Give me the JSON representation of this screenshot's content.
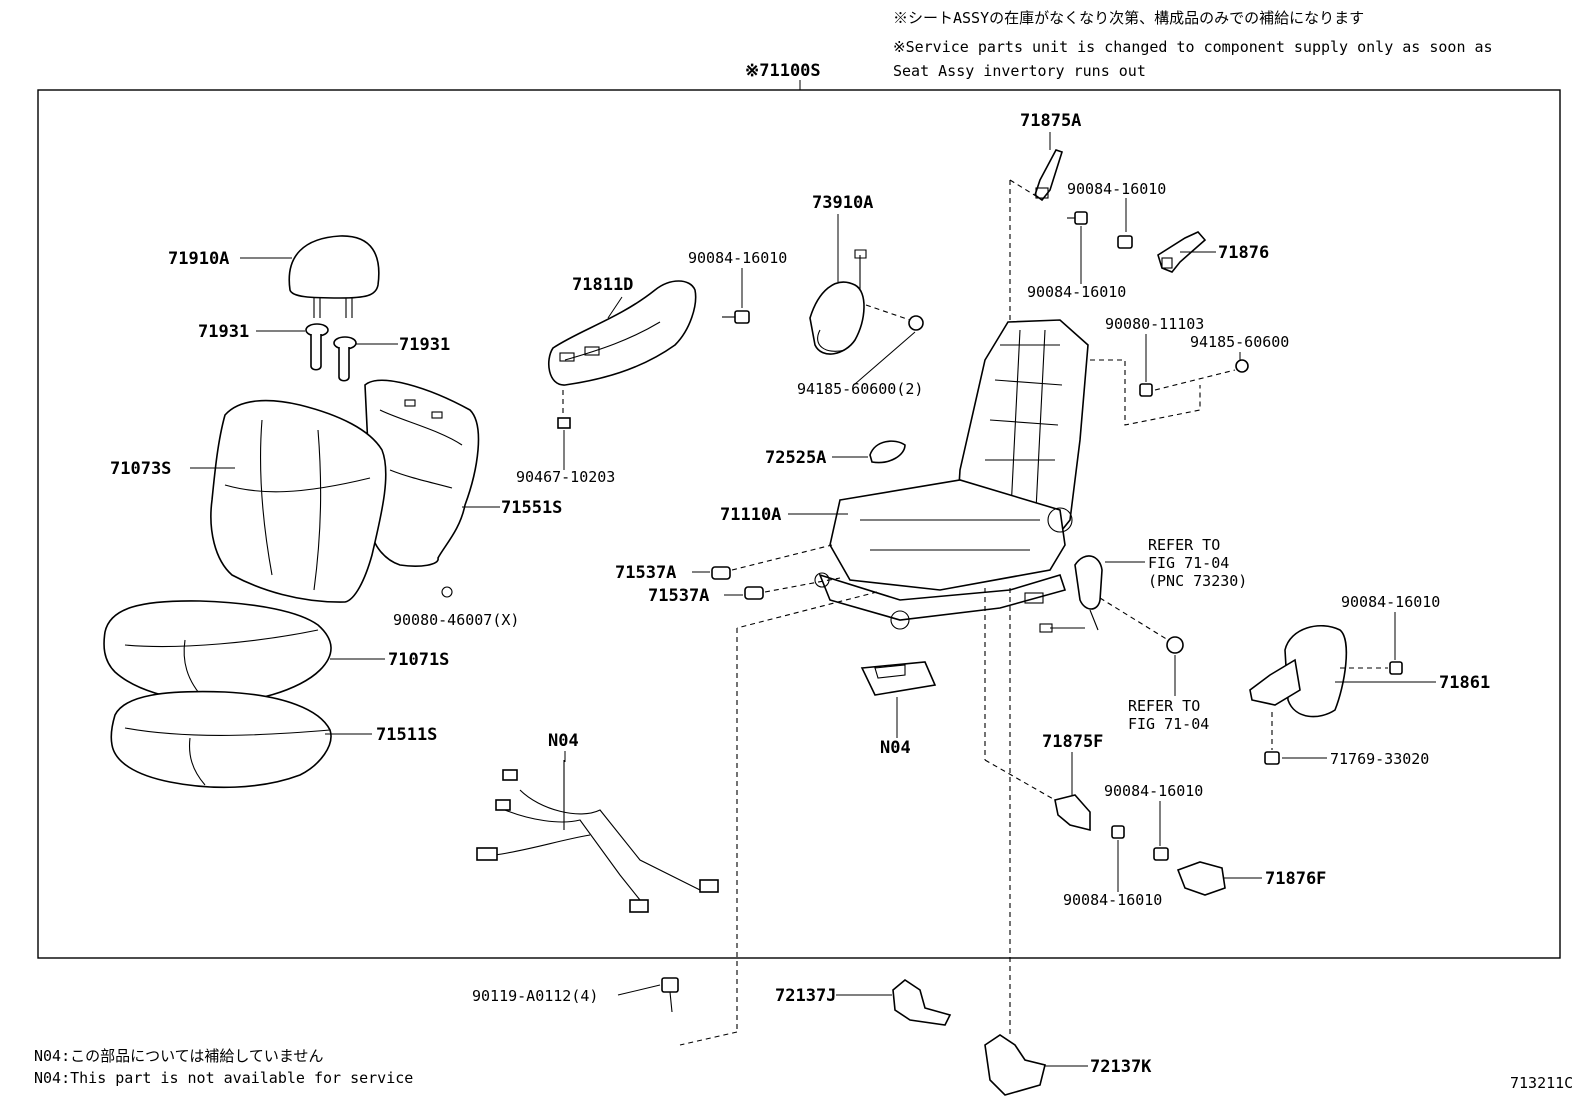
{
  "notes": {
    "jp_supply": "※シートASSYの在庫がなくなり次第、構成品のみでの補給になります",
    "en_supply_line1": "※Service parts unit is changed to component supply only as soon as",
    "en_supply_line2": "Seat Assy invertory runs out",
    "assy_code": "※71100S",
    "n04_jp": "N04:この部品については補給していません",
    "n04_en": "N04:This part is not available for service",
    "figure_id": "713211C"
  },
  "refer_notes": {
    "refer1_line1": "REFER TO",
    "refer1_line2": "FIG 71-04",
    "refer1_line3": "(PNC 73230)",
    "refer2_line1": "REFER TO",
    "refer2_line2": "FIG 71-04"
  },
  "labels": {
    "p71875A": "71875A",
    "p90084_a": "90084-16010",
    "p71876": "71876",
    "p90084_b": "90084-16010",
    "p73910A": "73910A",
    "p90084_c": "90084-16010",
    "p71811D": "71811D",
    "p94185_2": "94185-60600(2)",
    "p90080_11103": "90080-11103",
    "p94185_b": "94185-60600",
    "p71910A": "71910A",
    "p71931_a": "71931",
    "p71931_b": "71931",
    "p71073S": "71073S",
    "p71551S": "71551S",
    "p90467": "90467-10203",
    "p72525A": "72525A",
    "p71110A": "71110A",
    "p71537A_a": "71537A",
    "p71537A_b": "71537A",
    "p90080_46007": "90080-46007(X)",
    "p71071S": "71071S",
    "p71511S": "71511S",
    "p90084_d": "90084-16010",
    "p71861": "71861",
    "p71769": "71769-33020",
    "p71875F": "71875F",
    "p90084_e": "90084-16010",
    "p71876F": "71876F",
    "p90084_f": "90084-16010",
    "n04_a": "N04",
    "n04_b": "N04",
    "p90119": "90119-A0112(4)",
    "p72137J": "72137J",
    "p72137K": "72137K"
  }
}
